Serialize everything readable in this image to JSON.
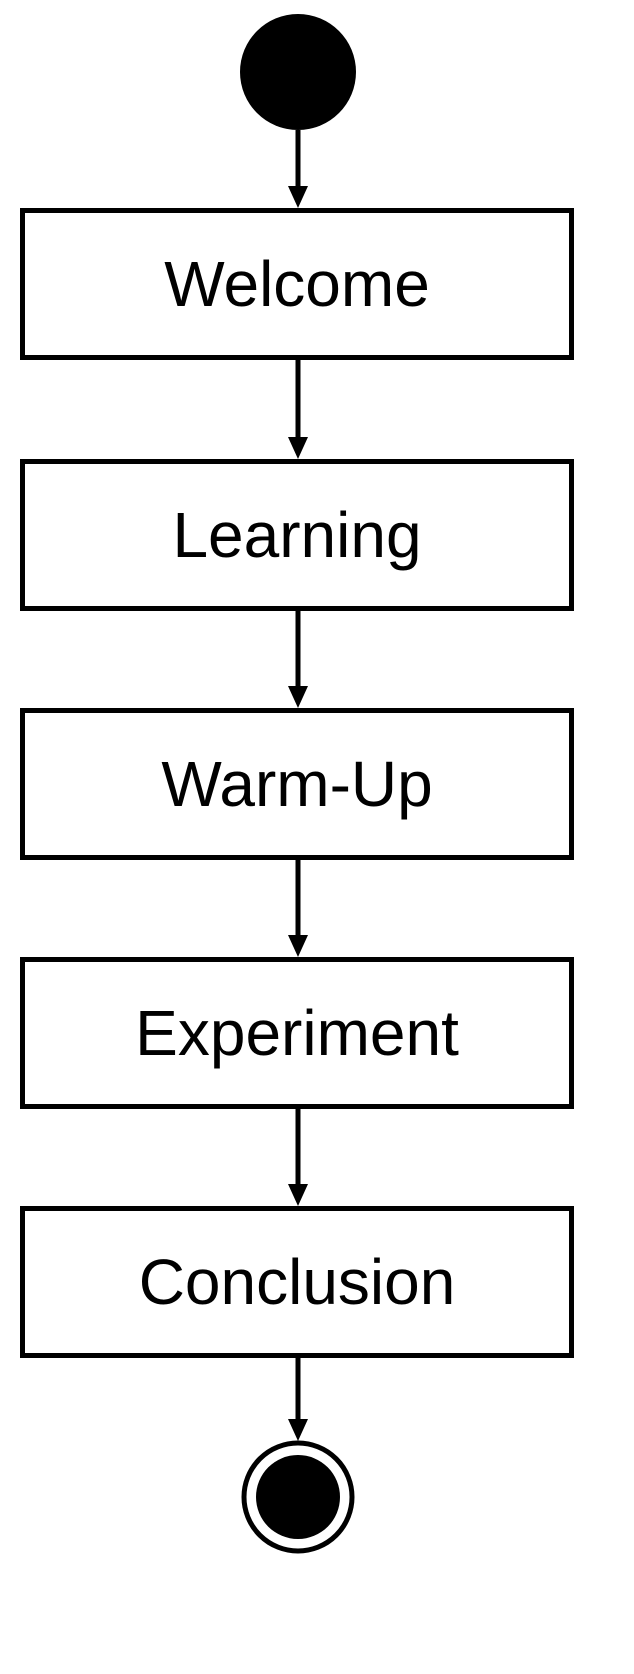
{
  "diagram": {
    "type": "activity-flow",
    "nodes": [
      {
        "id": "welcome",
        "label": "Welcome"
      },
      {
        "id": "learning",
        "label": "Learning"
      },
      {
        "id": "warmup",
        "label": "Warm-Up"
      },
      {
        "id": "experiment",
        "label": "Experiment"
      },
      {
        "id": "conclusion",
        "label": "Conclusion"
      }
    ],
    "start_node": "filled-circle",
    "end_node": "bullseye-circle",
    "colors": {
      "stroke": "#000000",
      "fill": "#ffffff",
      "marker": "#000000"
    }
  }
}
